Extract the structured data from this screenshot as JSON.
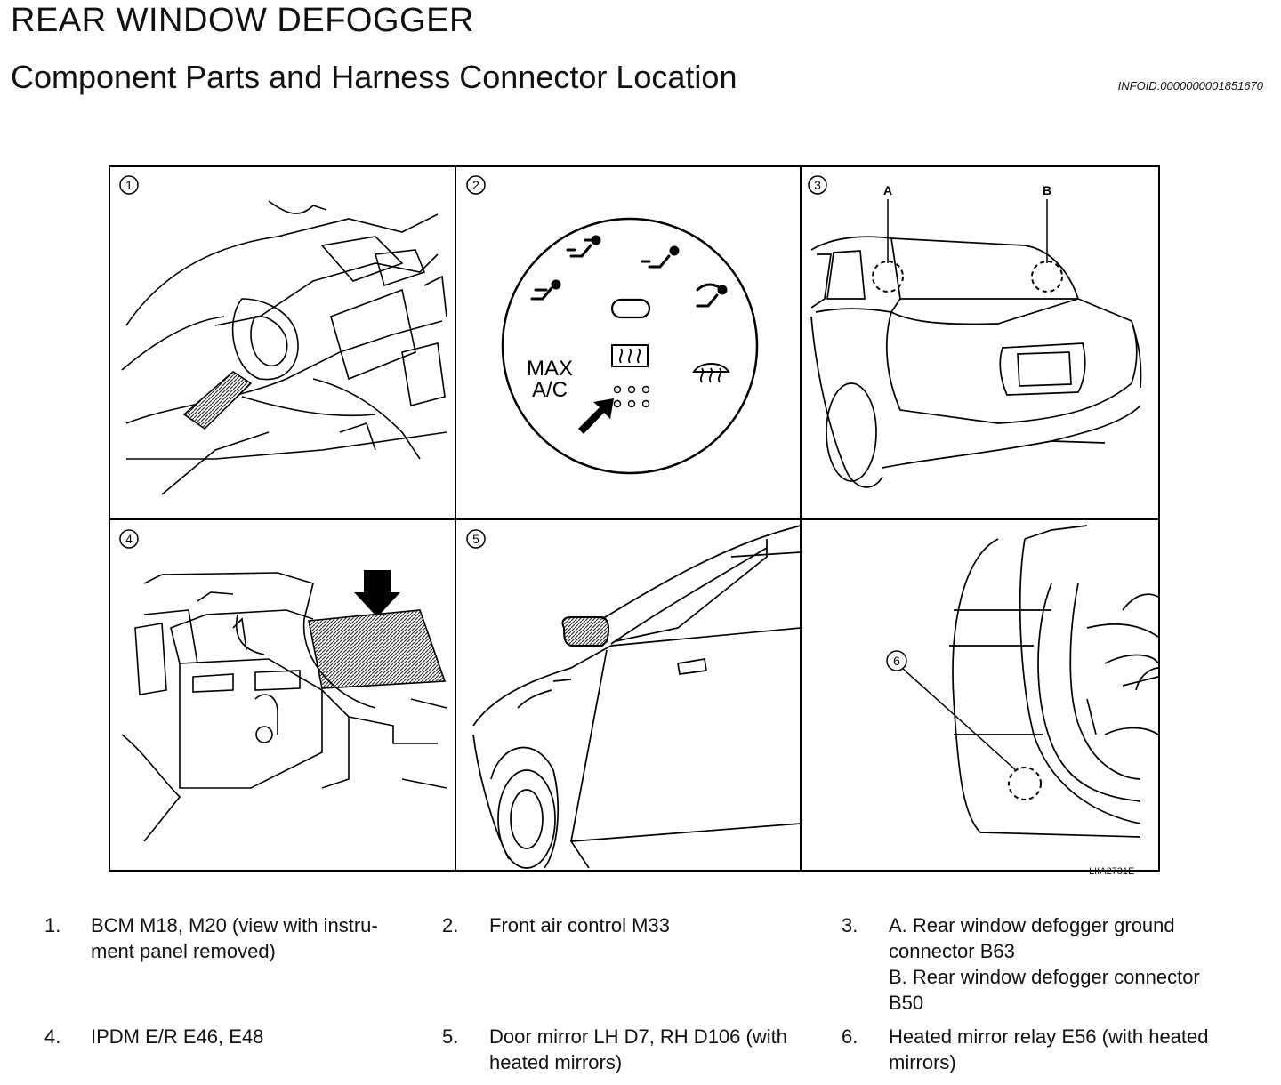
{
  "header": {
    "title": "REAR WINDOW DEFOGGER",
    "subtitle": "Component Parts and Harness Connector Location",
    "info_id": "INFOID:0000000001851670"
  },
  "figure": {
    "code": "LIIA2731E",
    "panels": [
      {
        "num": "1"
      },
      {
        "num": "2",
        "labels": [
          "MAX",
          "A/C"
        ]
      },
      {
        "num": "3",
        "labels": [
          "A",
          "B"
        ]
      },
      {
        "num": "4"
      },
      {
        "num": "5"
      },
      {
        "num": "6",
        "callout": "6"
      }
    ]
  },
  "legend": {
    "items": [
      {
        "num": "1.",
        "lines": [
          "BCM M18, M20 (view with instru-",
          "ment panel removed)"
        ]
      },
      {
        "num": "2.",
        "lines": [
          "Front air control M33"
        ]
      },
      {
        "num": "3.",
        "lines": [
          "A. Rear window defogger ground",
          "connector B63",
          "B. Rear window defogger connector",
          "B50"
        ]
      },
      {
        "num": "4.",
        "lines": [
          "IPDM E/R E46, E48"
        ]
      },
      {
        "num": "5.",
        "lines": [
          "Door mirror LH D7, RH D106 (with",
          "heated mirrors)"
        ]
      },
      {
        "num": "6.",
        "lines": [
          "Heated mirror relay E56 (with heated",
          "mirrors)"
        ]
      }
    ]
  }
}
